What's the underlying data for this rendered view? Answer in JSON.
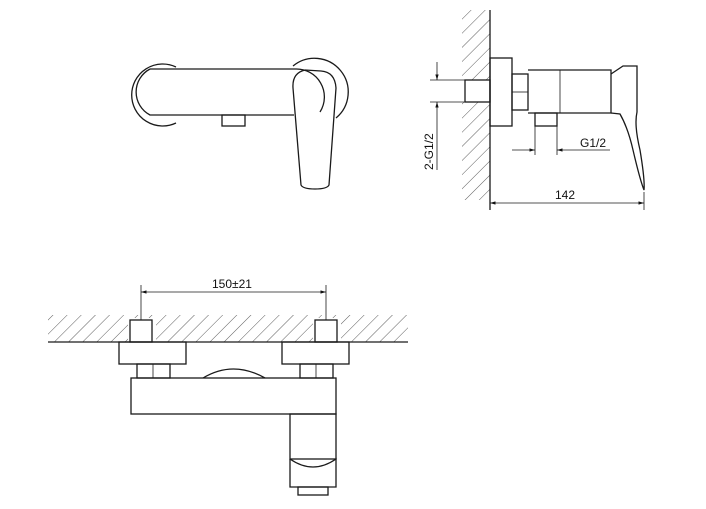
{
  "drawing": {
    "views": [
      {
        "name": "top-view"
      },
      {
        "name": "side-view"
      },
      {
        "name": "front-view"
      }
    ],
    "dimensions": {
      "inlet_thread": "2-G1/2",
      "outlet_thread": "G1/2",
      "depth": "142",
      "center_distance": "150±21"
    },
    "colors": {
      "line": "#1a1a1a",
      "background": "#ffffff"
    }
  }
}
